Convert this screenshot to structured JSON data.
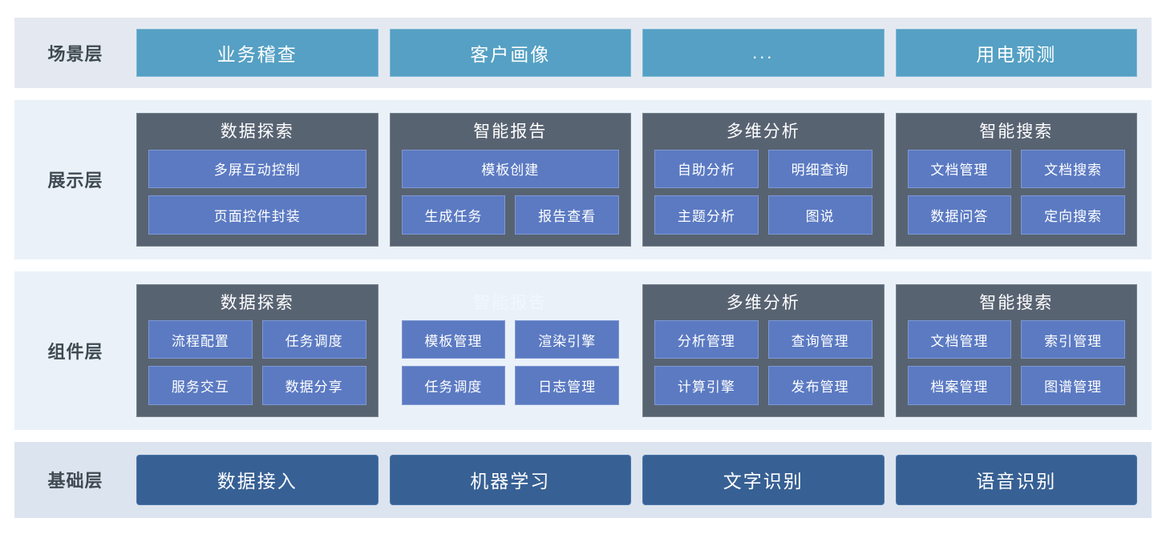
{
  "colors": {
    "scene_band": "#e4e9f1",
    "module_band": "#eaf1f9",
    "foundation_band": "#dce4ef",
    "scene_card": "#55a0c4",
    "panel": "#586372",
    "chip": "#5b7ac2",
    "foundation_card": "#376094",
    "label_text": "#3f4a52"
  },
  "layers": [
    {
      "label": "场景层",
      "type": "scene",
      "cards": [
        {
          "label": "业务稽查"
        },
        {
          "label": "客户画像"
        },
        {
          "label": "..."
        },
        {
          "label": "用电预测"
        }
      ]
    },
    {
      "label": "展示层",
      "type": "modules",
      "panels": [
        {
          "title": "数据探索",
          "ghost": false,
          "rows": [
            [
              "多屏互动控制"
            ],
            [
              "页面控件封装"
            ]
          ]
        },
        {
          "title": "智能报告",
          "ghost": false,
          "rows": [
            [
              "模板创建"
            ],
            [
              "生成任务",
              "报告查看"
            ]
          ]
        },
        {
          "title": "多维分析",
          "ghost": false,
          "rows": [
            [
              "自助分析",
              "明细查询"
            ],
            [
              "主题分析",
              "图说"
            ]
          ]
        },
        {
          "title": "智能搜索",
          "ghost": false,
          "rows": [
            [
              "文档管理",
              "文档搜索"
            ],
            [
              "数据问答",
              "定向搜索"
            ]
          ]
        }
      ]
    },
    {
      "label": "组件层",
      "type": "modules",
      "panels": [
        {
          "title": "数据探索",
          "ghost": false,
          "rows": [
            [
              "流程配置",
              "任务调度"
            ],
            [
              "服务交互",
              "数据分享"
            ]
          ]
        },
        {
          "title": "智能报告",
          "ghost": true,
          "rows": [
            [
              "模板管理",
              "渲染引擎"
            ],
            [
              "任务调度",
              "日志管理"
            ]
          ]
        },
        {
          "title": "多维分析",
          "ghost": false,
          "rows": [
            [
              "分析管理",
              "查询管理"
            ],
            [
              "计算引擎",
              "发布管理"
            ]
          ]
        },
        {
          "title": "智能搜索",
          "ghost": false,
          "rows": [
            [
              "文档管理",
              "索引管理"
            ],
            [
              "档案管理",
              "图谱管理"
            ]
          ]
        }
      ]
    },
    {
      "label": "基础层",
      "type": "foundation",
      "cards": [
        {
          "label": "数据接入"
        },
        {
          "label": "机器学习"
        },
        {
          "label": "文字识别"
        },
        {
          "label": "语音识别"
        }
      ]
    }
  ]
}
